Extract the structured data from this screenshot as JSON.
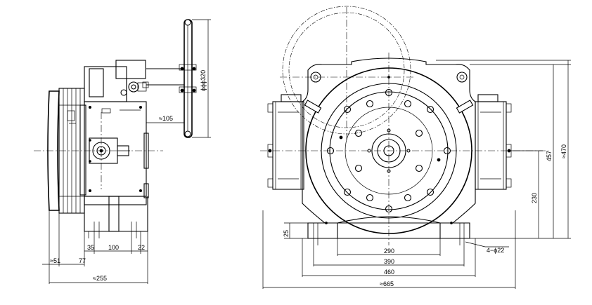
{
  "side_view": {
    "dims": {
      "d51": "≈51",
      "d77": "77",
      "d35": "35",
      "d100": "100",
      "d22": "22",
      "d255": "≈255",
      "d105": "≈105",
      "d320": "ϕϕϕ320"
    }
  },
  "front_view": {
    "dims": {
      "d25": "25",
      "d290": "290",
      "d390": "390",
      "d460": "460",
      "d665": "≈665",
      "d230": "230",
      "d457": "457",
      "d470": "≈470",
      "holes": "4−ϕ22"
    }
  }
}
